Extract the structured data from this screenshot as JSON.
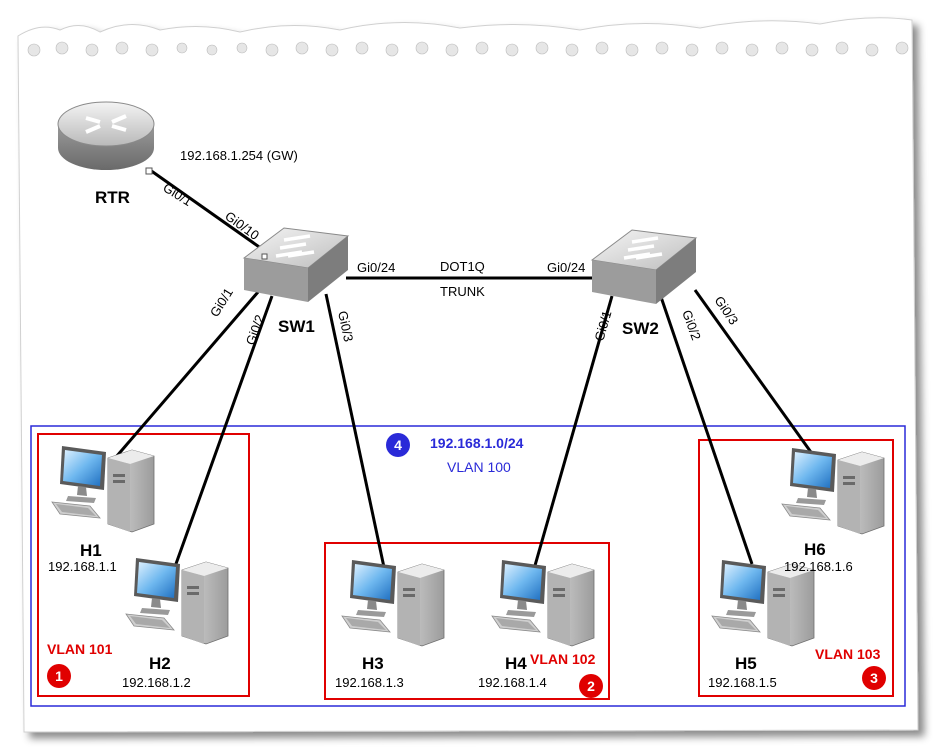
{
  "devices": {
    "rtr": {
      "label": "RTR",
      "ip": "192.168.1.254 (GW)",
      "port": "Gi0/1"
    },
    "sw1": {
      "label": "SW1",
      "ports": {
        "uplink": "Gi0/10",
        "trunk": "Gi0/24",
        "h1": "Gi0/1",
        "h2": "Gi0/2",
        "h3": "Gi0/3"
      }
    },
    "sw2": {
      "label": "SW2",
      "ports": {
        "trunk": "Gi0/24",
        "h4": "Gi0/1",
        "h5": "Gi0/2",
        "h6": "Gi0/3"
      }
    }
  },
  "trunk": {
    "line1": "DOT1Q",
    "line2": "TRUNK"
  },
  "hosts": [
    {
      "label": "H1",
      "ip": "192.168.1.1"
    },
    {
      "label": "H2",
      "ip": "192.168.1.2"
    },
    {
      "label": "H3",
      "ip": "192.168.1.3"
    },
    {
      "label": "H4",
      "ip": "192.168.1.4"
    },
    {
      "label": "H5",
      "ip": "192.168.1.5"
    },
    {
      "label": "H6",
      "ip": "192.168.1.6"
    }
  ],
  "vlans": {
    "v101": {
      "label": "VLAN 101",
      "badge": "1"
    },
    "v102": {
      "label": "VLAN 102",
      "badge": "2"
    },
    "v103": {
      "label": "VLAN 103",
      "badge": "3"
    },
    "v100": {
      "subnet": "192.168.1.0/24",
      "label": "VLAN 100",
      "badge": "4"
    }
  },
  "colors": {
    "red": "#e00000",
    "blue": "#2a2ad8",
    "link": "#000000"
  }
}
